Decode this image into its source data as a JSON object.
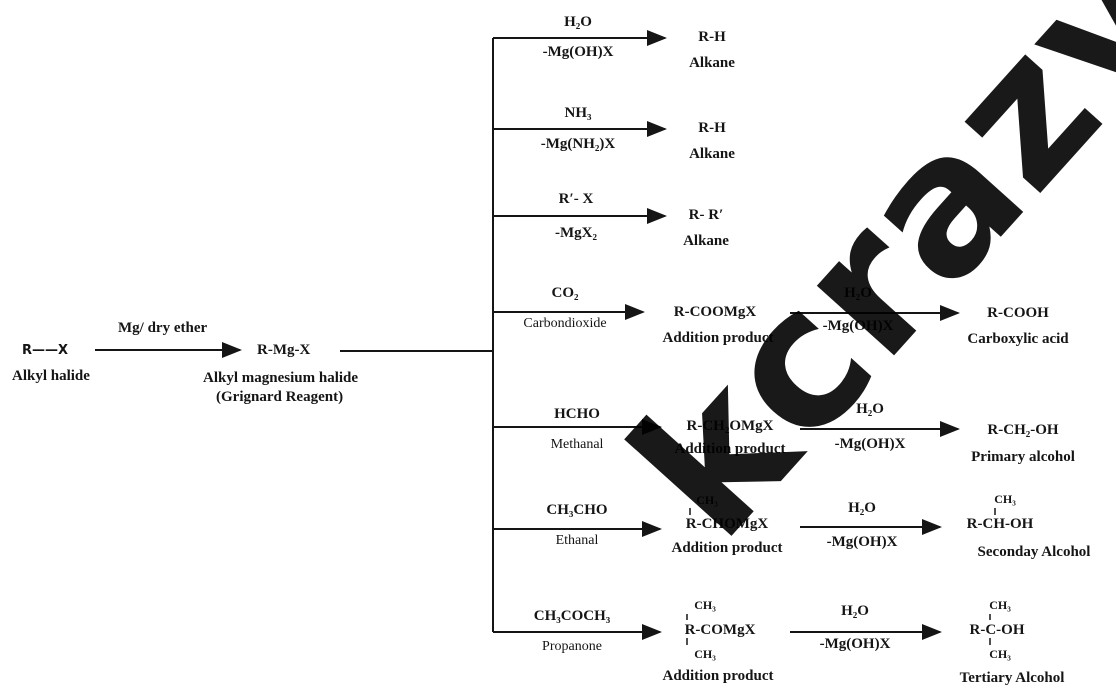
{
  "start": {
    "reactant": "R——X",
    "reactant_label": "Alkyl halide",
    "condition": "Mg/ dry ether",
    "reagent": "R-Mg-X",
    "reagent_label": "Alkyl magnesium halide",
    "reagent_label2": "(Grignard Reagent)"
  },
  "branches": [
    {
      "above": "H₂O",
      "below": "-Mg(OH)X",
      "product": "R-H",
      "product_label": "Alkane"
    },
    {
      "above": "NH₃",
      "below": "-Mg(NH₂)X",
      "product": "R-H",
      "product_label": "Alkane"
    },
    {
      "above": "R′- X",
      "below": "-MgX₂",
      "product": "R- R′",
      "product_label": "Alkane"
    },
    {
      "above": "CO₂",
      "below": "Carbondioxide",
      "intermediate": "R-COOMgX",
      "intermediate_label": "Addition product",
      "above2": "H₂O",
      "below2": "-Mg(OH)X",
      "product": "R-COOH",
      "product_label": "Carboxylic acid"
    },
    {
      "above": "HCHO",
      "below": "Methanal",
      "intermediate": "R-CH₂OMgX",
      "intermediate_label": "Addition product",
      "above2": "H₂O",
      "below2": "-Mg(OH)X",
      "product": "R-CH₂-OH",
      "product_label": "Primary alcohol"
    },
    {
      "above": "CH₃CHO",
      "below": "Ethanal",
      "intermediate_top": "CH₃",
      "intermediate": "R-CHOMgX",
      "intermediate_label": "Addition product",
      "above2": "H₂O",
      "below2": "-Mg(OH)X",
      "product_top": "CH₃",
      "product": "R-CH-OH",
      "product_label": "Seconday Alcohol"
    },
    {
      "above": "CH₃COCH₃",
      "below": "Propanone",
      "intermediate_top": "CH₃",
      "intermediate": "R-COMgX",
      "intermediate_bottom": "CH₃",
      "intermediate_label": "Addition product",
      "above2": "H₂O",
      "below2": "-Mg(OH)X",
      "product_top": "CH₃",
      "product": "R-C-OH",
      "product_bottom": "CH₃",
      "product_label": "Tertiary Alcohol"
    }
  ],
  "watermark": "kcrazy"
}
